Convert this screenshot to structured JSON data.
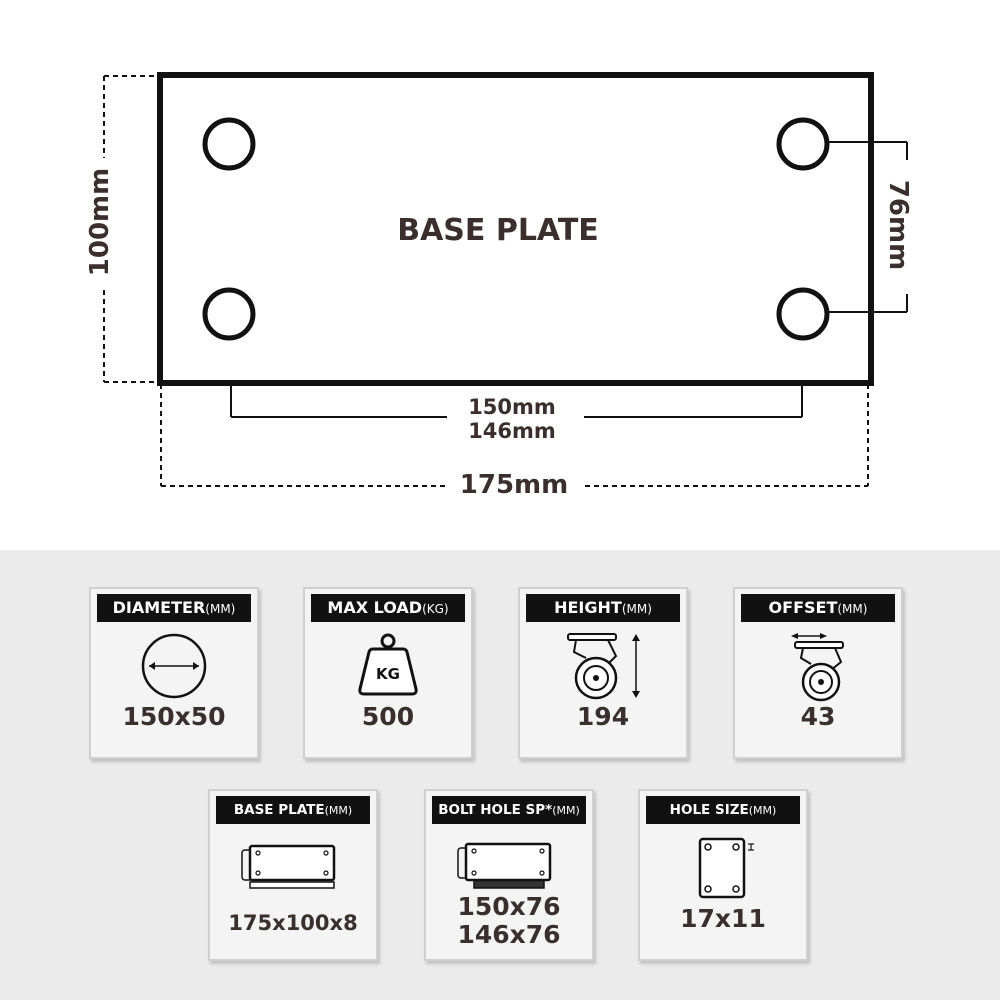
{
  "diagram": {
    "plate_label": "BASE PLATE",
    "height_dim": "100mm",
    "hole_v_dim": "76mm",
    "hole_h_dim_1": "150mm",
    "hole_h_dim_2": "146mm",
    "width_dim": "175mm"
  },
  "specs": [
    {
      "title": "DIAMETER",
      "unit": "(MM)",
      "value": "150x50",
      "icon": "wheel-diameter-icon"
    },
    {
      "title": "MAX LOAD",
      "unit": "(KG)",
      "value": "500",
      "icon": "weight-icon",
      "icon_text": "KG"
    },
    {
      "title": "HEIGHT",
      "unit": "(MM)",
      "value": "194",
      "icon": "caster-height-icon"
    },
    {
      "title": "OFFSET",
      "unit": "(MM)",
      "value": "43",
      "icon": "caster-offset-icon"
    },
    {
      "title": "BASE PLATE",
      "unit": "(MM)",
      "value": "175x100x8",
      "icon": "base-plate-icon"
    },
    {
      "title": "BOLT HOLE SP*",
      "unit": "(MM)",
      "value": "150x76",
      "value2": "146x76",
      "icon": "bolt-hole-icon"
    },
    {
      "title": "HOLE SIZE",
      "unit": "(MM)",
      "value": "17x11",
      "icon": "hole-size-icon"
    }
  ],
  "colors": {
    "text": "#3a2f2c",
    "header": "#111111",
    "panel": "#ebebeb",
    "card": "#f4f4f4"
  }
}
